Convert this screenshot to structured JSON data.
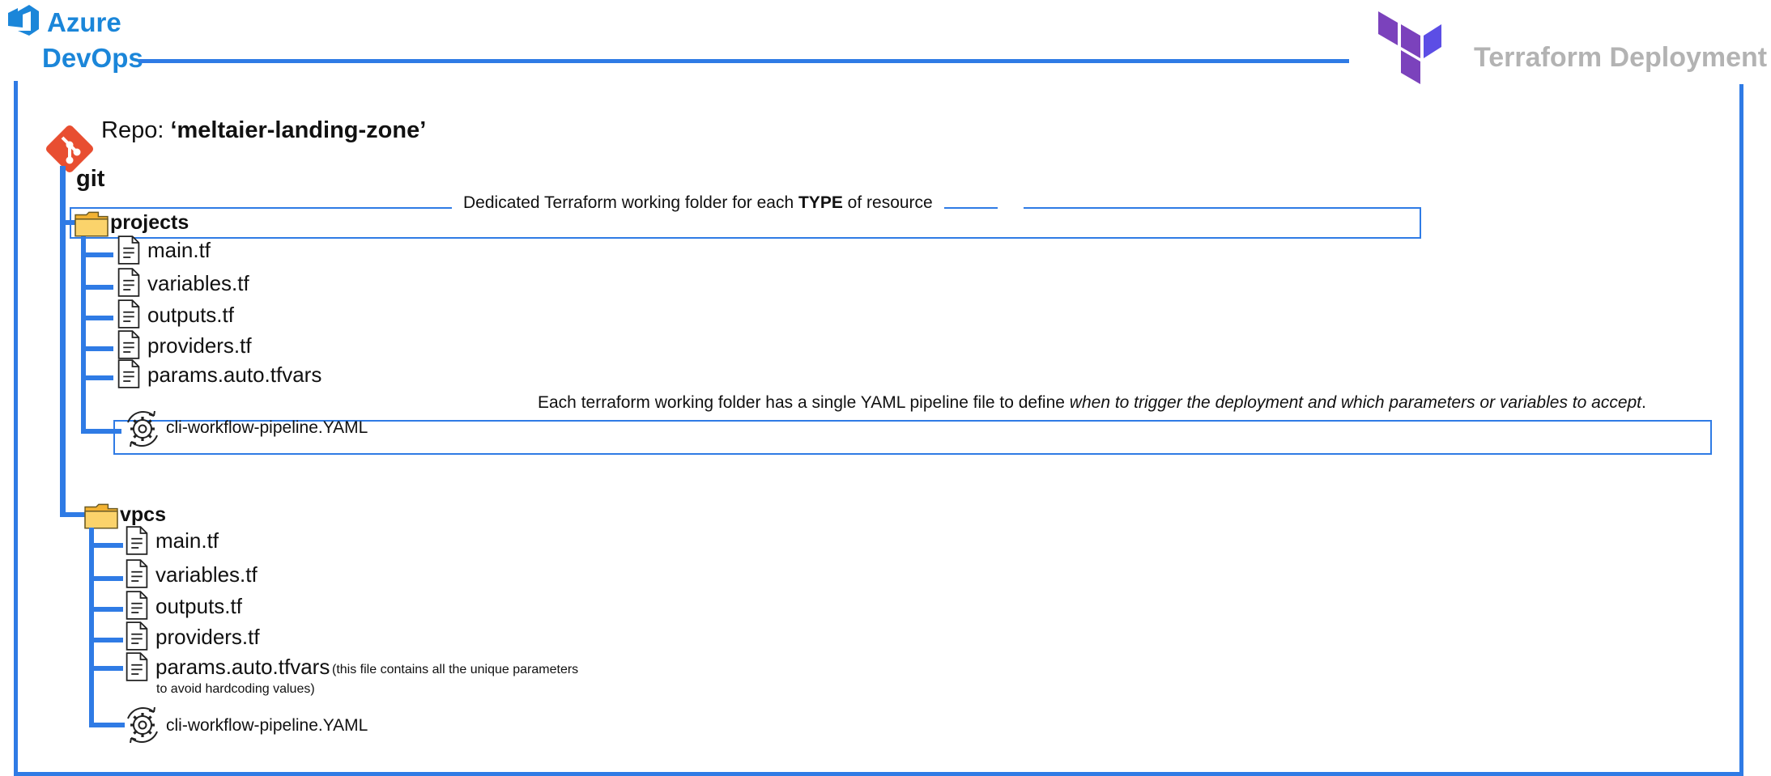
{
  "header": {
    "brand_line1": "Azure",
    "brand_line2": "DevOps",
    "title": "Terraform Deployment"
  },
  "repo": {
    "prefix": "Repo: ",
    "name": "‘meltaier-landing-zone’",
    "git_label": "git"
  },
  "notes": {
    "folder_note_pre": "Dedicated Terraform working folder for each ",
    "folder_note_bold": "TYPE",
    "folder_note_post": " of resource",
    "pipeline_note_pre": "Each terraform working folder has a single YAML pipeline file to define ",
    "pipeline_note_italic": "when to trigger the deployment and which parameters or variables to accept",
    "pipeline_note_post": "."
  },
  "folders": [
    {
      "name": "projects",
      "files": [
        "main.tf",
        "variables.tf",
        "outputs.tf",
        "providers.tf",
        "params.auto.tfvars"
      ],
      "pipeline": "cli-workflow-pipeline.YAML"
    },
    {
      "name": "vpcs",
      "files": [
        "main.tf",
        "variables.tf",
        "outputs.tf",
        "providers.tf",
        "params.auto.tfvars"
      ],
      "params_note_line1": "(this file contains all the unique parameters",
      "params_note_line2": "to avoid hardcoding values)",
      "pipeline": "cli-workflow-pipeline.YAML"
    }
  ],
  "icons": {
    "azure": "azure-devops-logo-icon",
    "terraform": "terraform-logo-icon",
    "git": "git-logo-icon",
    "folder": "folder-icon",
    "file": "file-icon",
    "pipeline": "pipeline-gear-icon"
  },
  "colors": {
    "tree_lines": "#2f7be5",
    "azure_blue": "#1b86d9",
    "terraform_purple": "#7b42bc",
    "git_red": "#e84e31",
    "folder_yellow": "#f8c94a",
    "title_gray": "#b3b3b3"
  }
}
